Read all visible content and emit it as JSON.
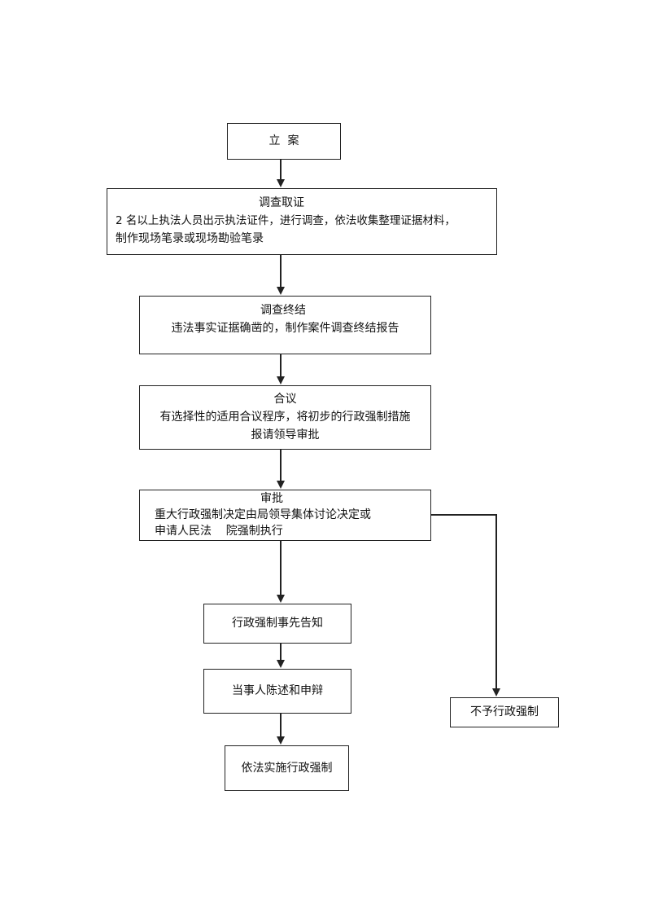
{
  "nodes": {
    "lian": {
      "label": "立  案"
    },
    "diaocha": {
      "title": "调查取证",
      "line1": "2 名以上执法人员出示执法证件，进行调查，依法收集整理证据材料，",
      "line2": "制作现场笔录或现场勘验笔录"
    },
    "zhongjie": {
      "title": "调查终结",
      "line1": "违法事实证据确凿的，制作案件调查终结报告"
    },
    "heyi": {
      "title": "合议",
      "line1": "有选择性的适用合议程序，将初步的行政强制措施",
      "line2": "报请领导审批"
    },
    "shenpi": {
      "title": "审批",
      "line1": "重大行政强制决定由局领导集体讨论决定或",
      "line2": "申请人民法    院强制执行"
    },
    "gaozhi": {
      "label": "行政强制事先告知"
    },
    "shenbian": {
      "label": "当事人陈述和申辩"
    },
    "shishi": {
      "label": "依法实施行政强制"
    },
    "buyu": {
      "label": "不予行政强制"
    }
  }
}
